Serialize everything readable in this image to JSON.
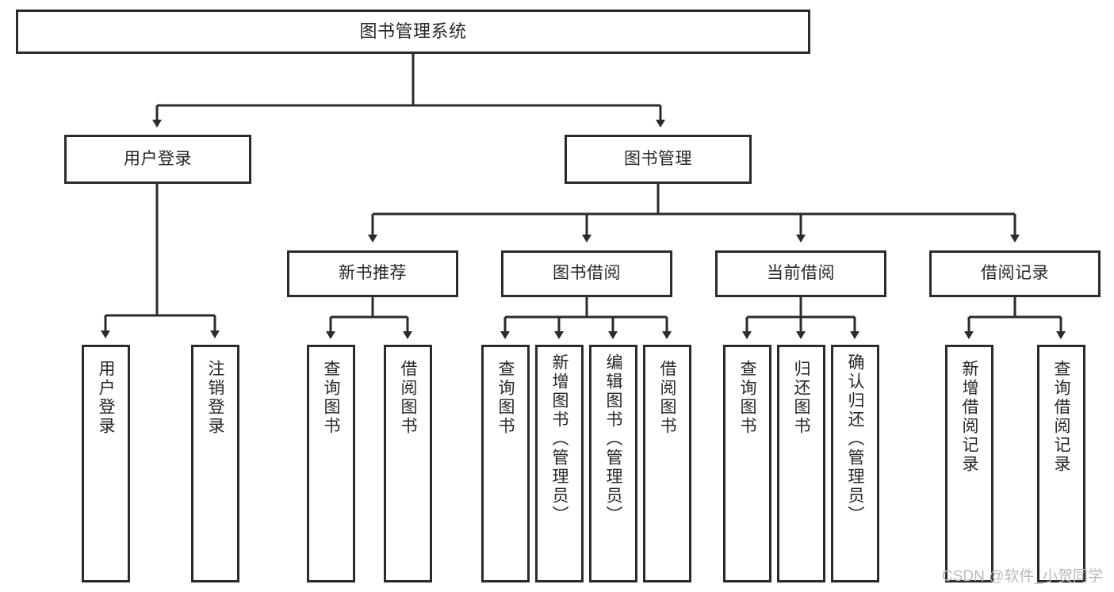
{
  "diagram": {
    "title": "图书管理系统",
    "type": "tree-hierarchy",
    "orientation": "top-down",
    "colors": {
      "box_border": "#2b2b2b",
      "box_fill": "#ffffff",
      "connector": "#2b2b2b",
      "text": "#262626",
      "watermark": "#b9b9b9",
      "background": "#ffffff"
    }
  },
  "root": {
    "label": "图书管理系统"
  },
  "level2": [
    {
      "label": "用户登录"
    },
    {
      "label": "图书管理"
    }
  ],
  "level3": [
    {
      "label": "新书推荐"
    },
    {
      "label": "图书借阅"
    },
    {
      "label": "当前借阅"
    },
    {
      "label": "借阅记录"
    }
  ],
  "leaves": {
    "user_login": [
      {
        "label": "用户登录"
      },
      {
        "label": "注销登录"
      }
    ],
    "new_book_recommend": [
      {
        "label": "查询图书"
      },
      {
        "label": "借阅图书"
      }
    ],
    "book_borrow": [
      {
        "label": "查询图书"
      },
      {
        "label": "新增图书（管理员）"
      },
      {
        "label": "编辑图书（管理员）"
      },
      {
        "label": "借阅图书"
      }
    ],
    "current_borrow": [
      {
        "label": "查询图书"
      },
      {
        "label": "归还图书"
      },
      {
        "label": "确认归还（管理员）"
      }
    ],
    "borrow_record": [
      {
        "label": "新增借阅记录"
      },
      {
        "label": "查询借阅记录"
      }
    ]
  },
  "watermark": {
    "text": "CSDN @软件_小贺同学"
  }
}
